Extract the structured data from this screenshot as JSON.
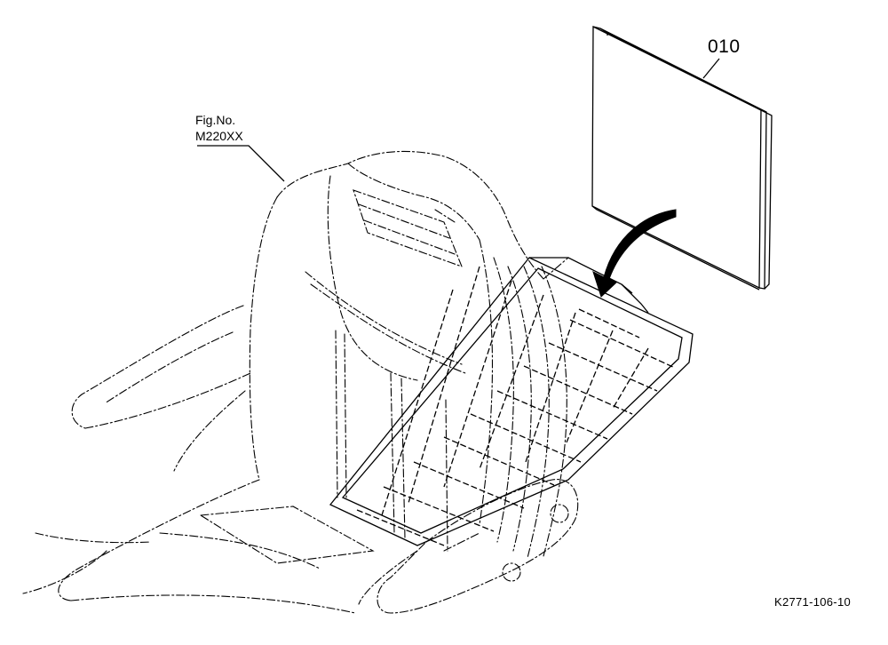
{
  "labels": {
    "part_number": "010",
    "fig_line1": "Fig.No.",
    "fig_line2": "M220XX",
    "drawing_code": "K2771-106-10"
  },
  "colors": {
    "ink": "#000000",
    "background": "#ffffff"
  },
  "icons": {
    "arrow": "curved-arrow-icon"
  }
}
